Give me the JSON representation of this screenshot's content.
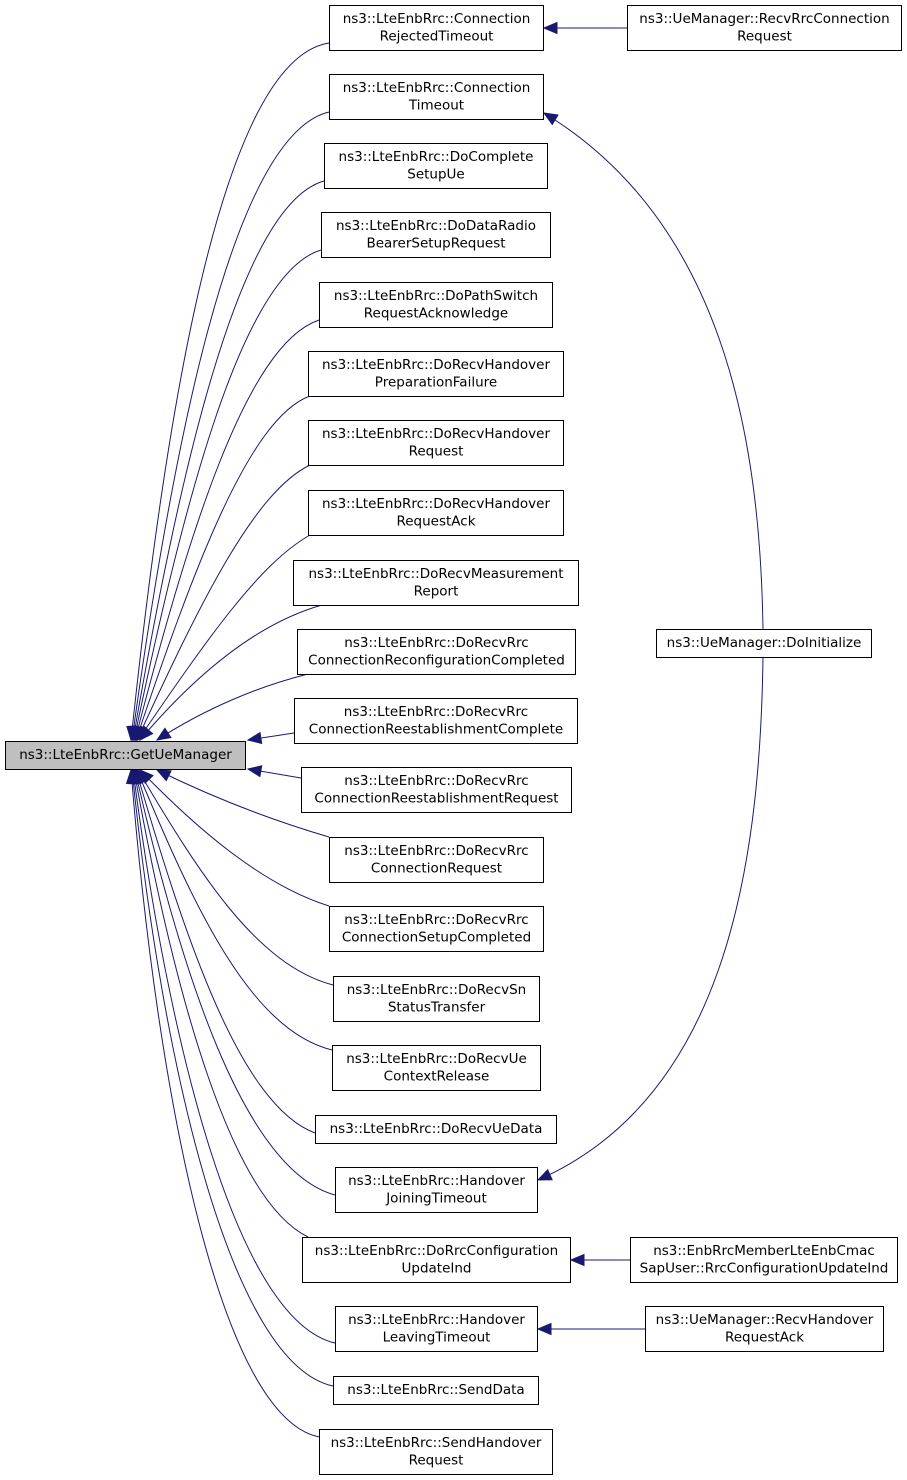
{
  "graph": {
    "nodes": {
      "root": {
        "lines": [
          "ns3::LteEnbRrc::GetUeManager"
        ],
        "focus": true
      },
      "connRejTimeout": {
        "lines": [
          "ns3::LteEnbRrc::Connection",
          "RejectedTimeout"
        ]
      },
      "connTimeout": {
        "lines": [
          "ns3::LteEnbRrc::Connection",
          "Timeout"
        ]
      },
      "doCompleteSetupUe": {
        "lines": [
          "ns3::LteEnbRrc::DoComplete",
          "SetupUe"
        ]
      },
      "doDataRadioBearer": {
        "lines": [
          "ns3::LteEnbRrc::DoDataRadio",
          "BearerSetupRequest"
        ]
      },
      "doPathSwitch": {
        "lines": [
          "ns3::LteEnbRrc::DoPathSwitch",
          "RequestAcknowledge"
        ]
      },
      "doRecvHoPrepFail": {
        "lines": [
          "ns3::LteEnbRrc::DoRecvHandover",
          "PreparationFailure"
        ]
      },
      "doRecvHoReq": {
        "lines": [
          "ns3::LteEnbRrc::DoRecvHandover",
          "Request"
        ]
      },
      "doRecvHoReqAck": {
        "lines": [
          "ns3::LteEnbRrc::DoRecvHandover",
          "RequestAck"
        ]
      },
      "doRecvMeasReport": {
        "lines": [
          "ns3::LteEnbRrc::DoRecvMeasurement",
          "Report"
        ]
      },
      "doRecvRrcReconfCompl": {
        "lines": [
          "ns3::LteEnbRrc::DoRecvRrc",
          "ConnectionReconfigurationCompleted"
        ]
      },
      "doRecvRrcReestCompl": {
        "lines": [
          "ns3::LteEnbRrc::DoRecvRrc",
          "ConnectionReestablishmentComplete"
        ]
      },
      "doRecvRrcReestReq": {
        "lines": [
          "ns3::LteEnbRrc::DoRecvRrc",
          "ConnectionReestablishmentRequest"
        ]
      },
      "doRecvRrcConnReq": {
        "lines": [
          "ns3::LteEnbRrc::DoRecvRrc",
          "ConnectionRequest"
        ]
      },
      "doRecvRrcSetupCompl": {
        "lines": [
          "ns3::LteEnbRrc::DoRecvRrc",
          "ConnectionSetupCompleted"
        ]
      },
      "doRecvSnStatus": {
        "lines": [
          "ns3::LteEnbRrc::DoRecvSn",
          "StatusTransfer"
        ]
      },
      "doRecvUeCtxRelease": {
        "lines": [
          "ns3::LteEnbRrc::DoRecvUe",
          "ContextRelease"
        ]
      },
      "doRecvUeData": {
        "lines": [
          "ns3::LteEnbRrc::DoRecvUeData"
        ]
      },
      "hoJoiningTimeout": {
        "lines": [
          "ns3::LteEnbRrc::Handover",
          "JoiningTimeout"
        ]
      },
      "doRrcConfigUpdate": {
        "lines": [
          "ns3::LteEnbRrc::DoRrcConfiguration",
          "UpdateInd"
        ]
      },
      "hoLeavingTimeout": {
        "lines": [
          "ns3::LteEnbRrc::Handover",
          "LeavingTimeout"
        ]
      },
      "sendData": {
        "lines": [
          "ns3::LteEnbRrc::SendData"
        ]
      },
      "sendHoReq": {
        "lines": [
          "ns3::LteEnbRrc::SendHandover",
          "Request"
        ]
      },
      "ueMgrRecvRrcConnReq": {
        "lines": [
          "ns3::UeManager::RecvRrcConnection",
          "Request"
        ]
      },
      "ueMgrDoInitialize": {
        "lines": [
          "ns3::UeManager::DoInitialize"
        ]
      },
      "enbRrcMemberUpdate": {
        "lines": [
          "ns3::EnbRrcMemberLteEnbCmac",
          "SapUser::RrcConfigurationUpdateInd"
        ]
      },
      "ueMgrRecvHoReqAck": {
        "lines": [
          "ns3::UeManager::RecvHandover",
          "RequestAck"
        ]
      }
    },
    "edges": [
      {
        "from": "connRejTimeout",
        "to": "root"
      },
      {
        "from": "connTimeout",
        "to": "root"
      },
      {
        "from": "doCompleteSetupUe",
        "to": "root"
      },
      {
        "from": "doDataRadioBearer",
        "to": "root"
      },
      {
        "from": "doPathSwitch",
        "to": "root"
      },
      {
        "from": "doRecvHoPrepFail",
        "to": "root"
      },
      {
        "from": "doRecvHoReq",
        "to": "root"
      },
      {
        "from": "doRecvHoReqAck",
        "to": "root"
      },
      {
        "from": "doRecvMeasReport",
        "to": "root"
      },
      {
        "from": "doRecvRrcReconfCompl",
        "to": "root"
      },
      {
        "from": "doRecvRrcReestCompl",
        "to": "root"
      },
      {
        "from": "doRecvRrcReestReq",
        "to": "root"
      },
      {
        "from": "doRecvRrcConnReq",
        "to": "root"
      },
      {
        "from": "doRecvRrcSetupCompl",
        "to": "root"
      },
      {
        "from": "doRecvSnStatus",
        "to": "root"
      },
      {
        "from": "doRecvUeCtxRelease",
        "to": "root"
      },
      {
        "from": "doRecvUeData",
        "to": "root"
      },
      {
        "from": "hoJoiningTimeout",
        "to": "root"
      },
      {
        "from": "doRrcConfigUpdate",
        "to": "root"
      },
      {
        "from": "hoLeavingTimeout",
        "to": "root"
      },
      {
        "from": "sendData",
        "to": "root"
      },
      {
        "from": "sendHoReq",
        "to": "root"
      },
      {
        "from": "ueMgrRecvRrcConnReq",
        "to": "connRejTimeout"
      },
      {
        "from": "ueMgrDoInitialize",
        "to": "connTimeout"
      },
      {
        "from": "ueMgrDoInitialize",
        "to": "hoJoiningTimeout"
      },
      {
        "from": "enbRrcMemberUpdate",
        "to": "doRrcConfigUpdate"
      },
      {
        "from": "ueMgrRecvHoReqAck",
        "to": "hoLeavingTimeout"
      }
    ]
  }
}
